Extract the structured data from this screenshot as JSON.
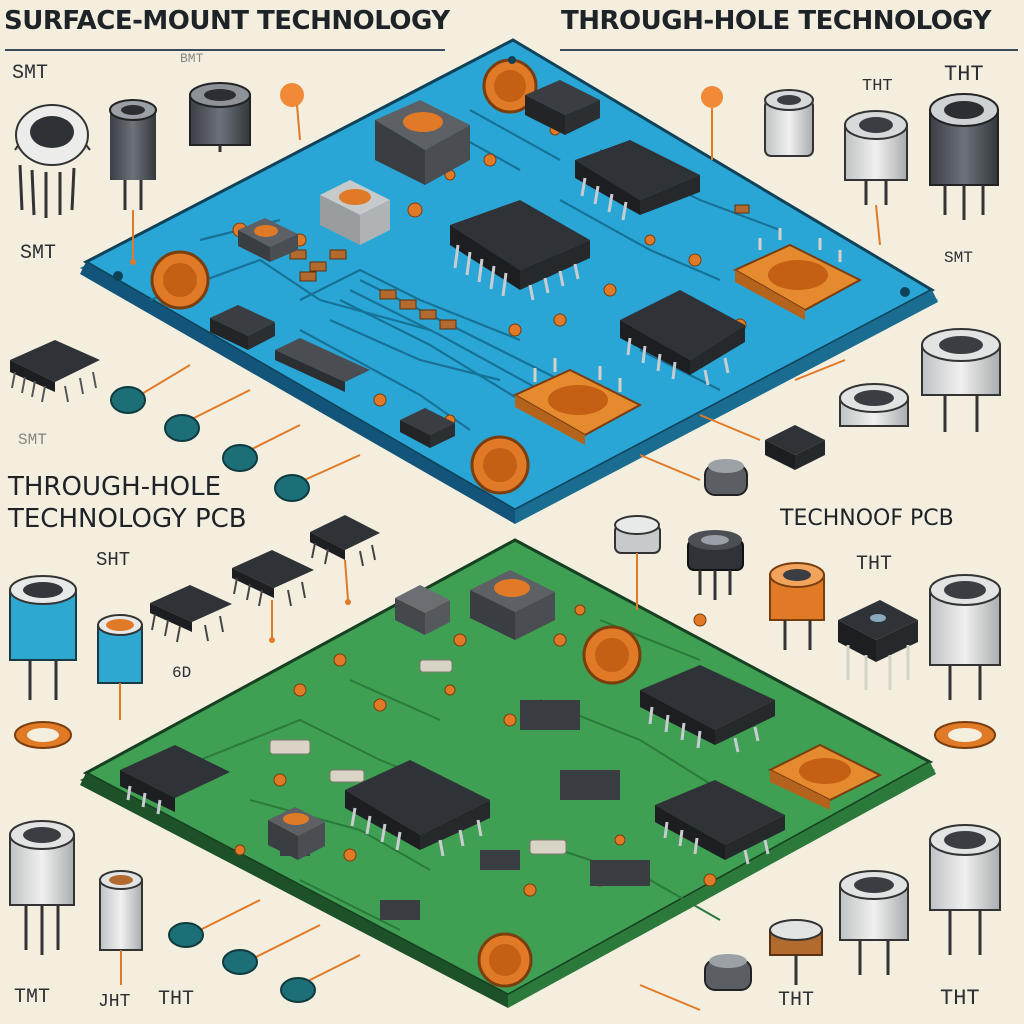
{
  "header": {
    "left_title": "SURFACE-MOUNT TECHNOLOGY",
    "right_title": "THROUGH-HOLE TECHNOLOGY",
    "sub_bmt": "BMT"
  },
  "labels": {
    "smt_top_left": "SMT",
    "tht_top_right_small": "THT",
    "tht_top_right": "THT",
    "smt_left_mid": "SMT",
    "smt_right_mid": "SMT",
    "smt_left_lower": "SMT",
    "through_hole_line1": "THROUGH-HOLE",
    "through_hole_line2": "TECHNOLOGY  PCB",
    "techno_pcb": "TECHNOOF  PCB",
    "sht": "SHT",
    "tht_mid_right": "THT",
    "six_d": "6D",
    "tmt": "TMT",
    "jht": "JHT",
    "tht_bottom_left": "THT",
    "tht_bottom_center": "THT",
    "tht_bottom_right": "THT"
  },
  "colors": {
    "background": "#f4eedf",
    "smt_board": "#2aa6d6",
    "tht_board": "#3f9f52",
    "copper": "#e07a26",
    "chip": "#2f3236",
    "capacitor_blue": "#2fa8cf"
  }
}
